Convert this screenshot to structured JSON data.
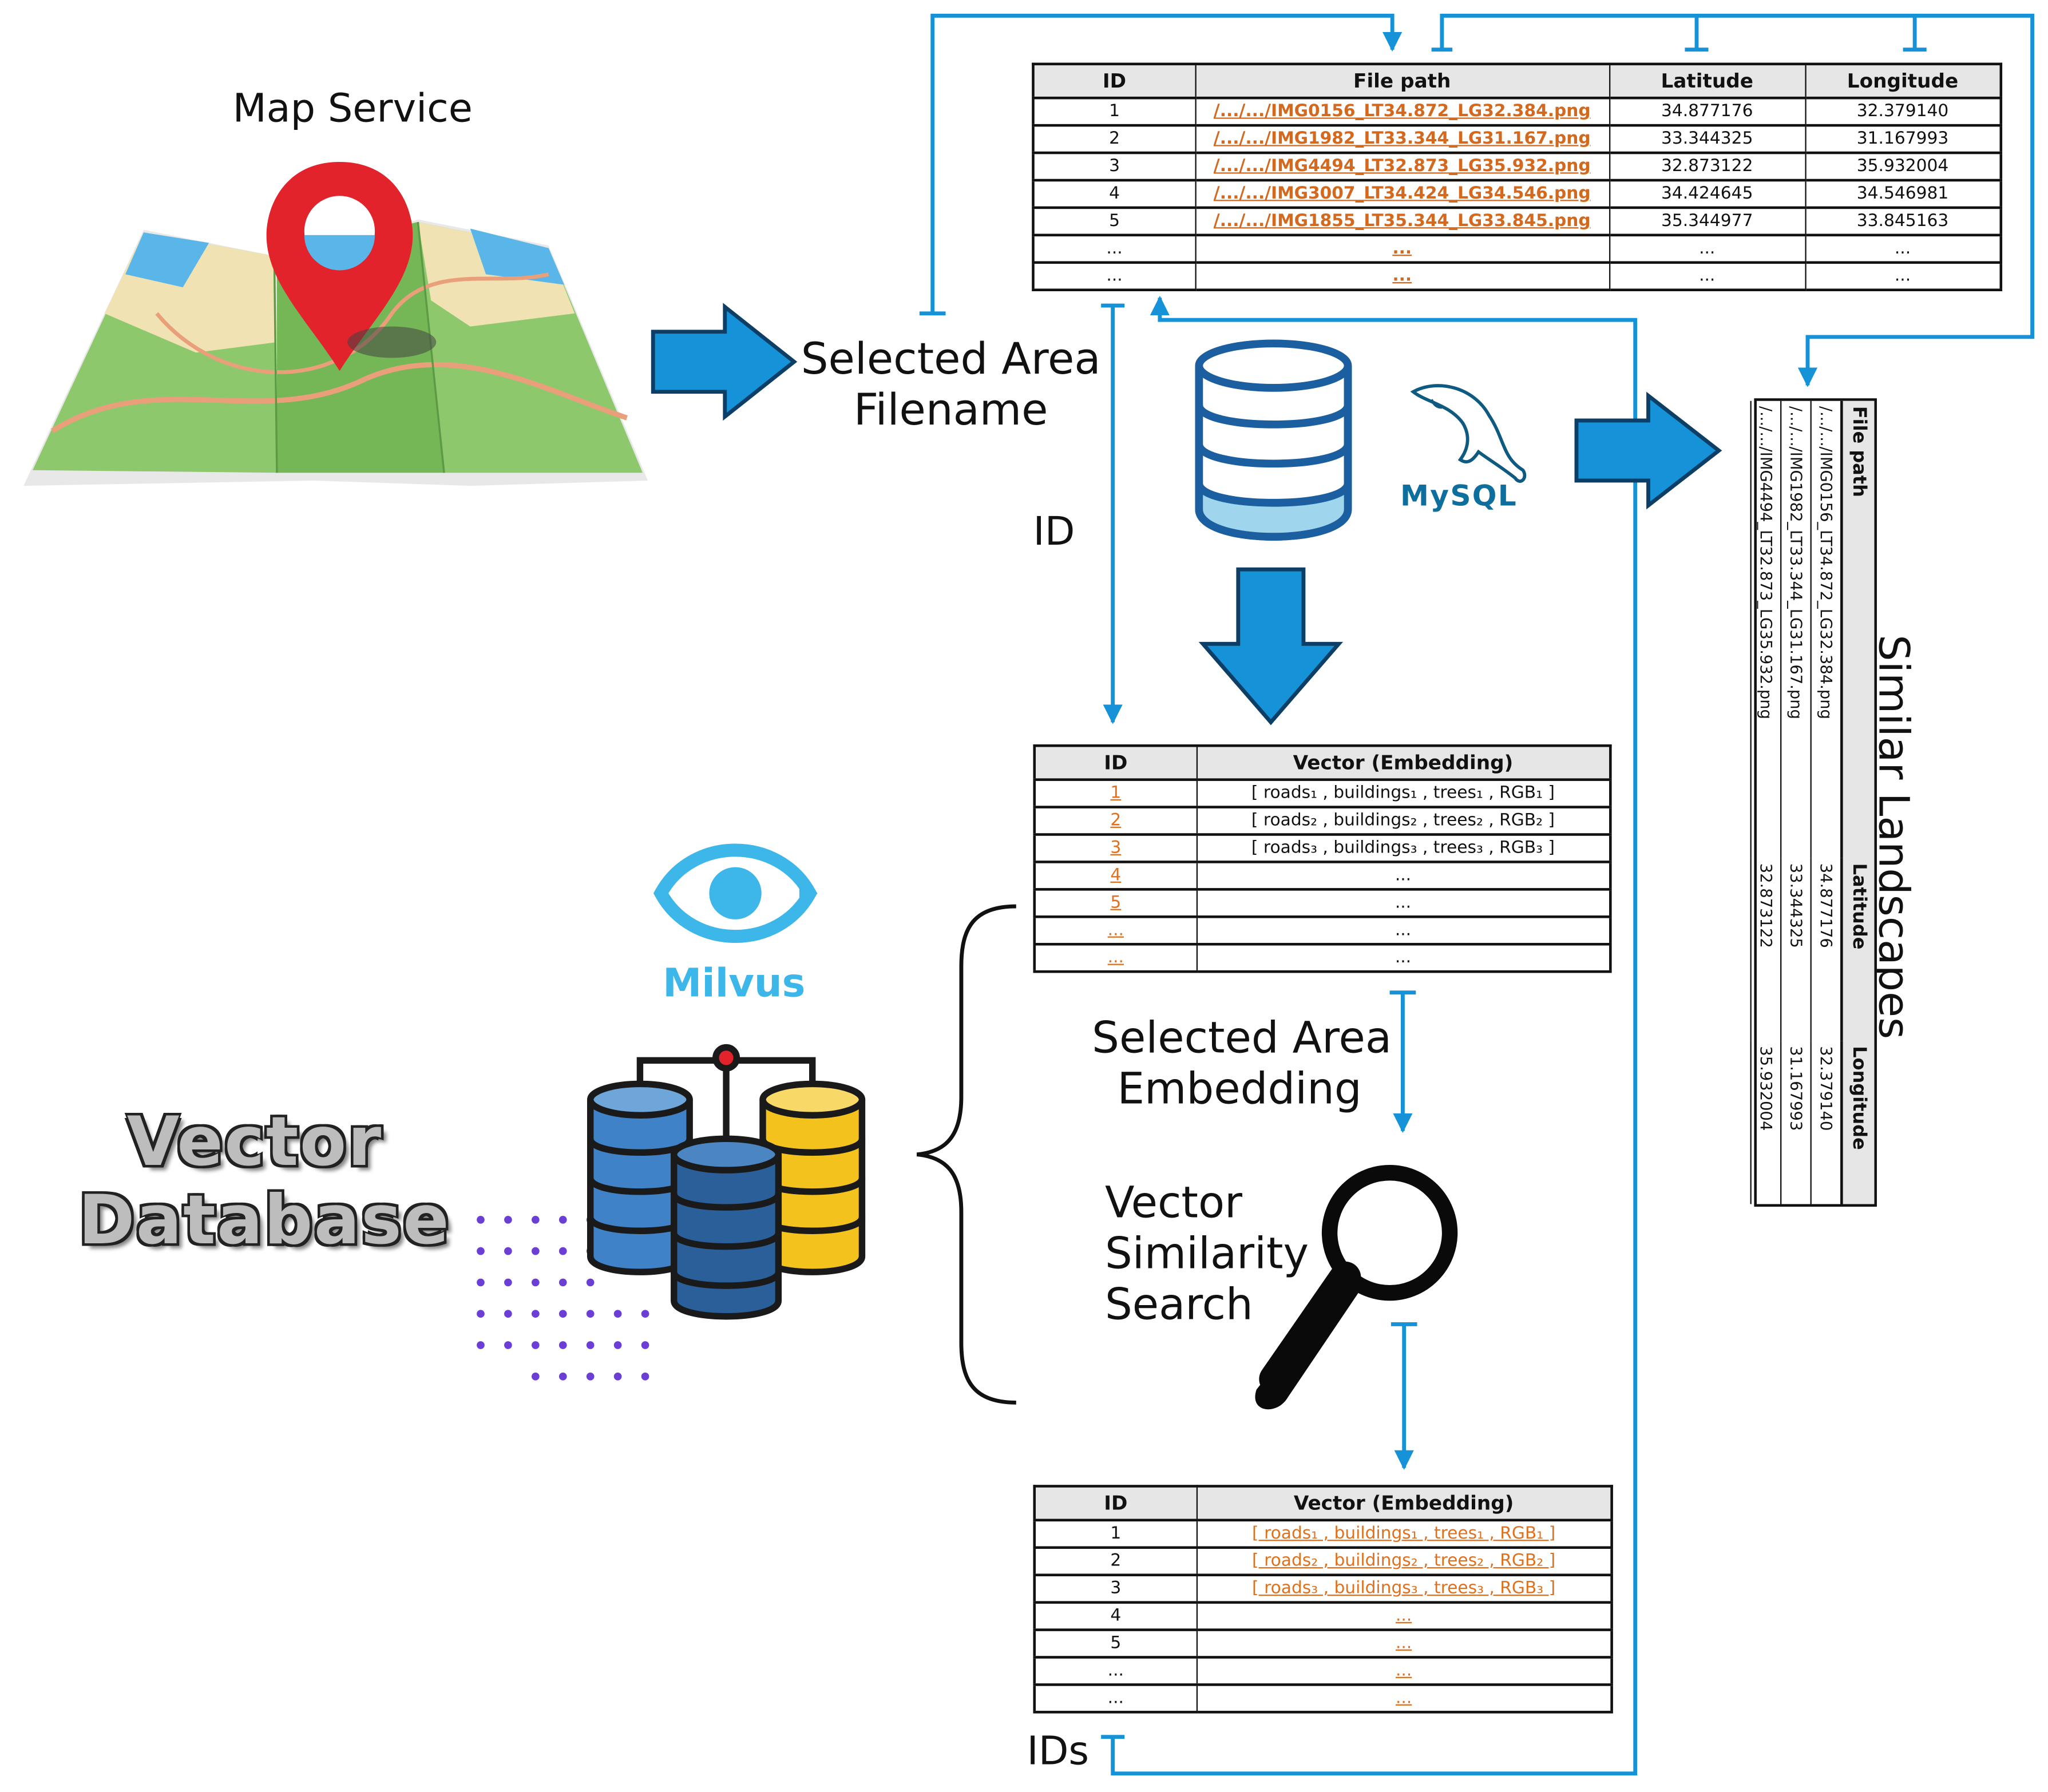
{
  "labels": {
    "map_service": "Map Service",
    "selected_area_filename": [
      "Selected Area",
      "Filename"
    ],
    "id": "ID",
    "ids": "IDs",
    "selected_area_embedding": [
      "Selected Area",
      "Embedding"
    ],
    "vector_similarity_search": [
      "Vector",
      "Similarity",
      "Search"
    ],
    "similar_landscapes": "Similar Landscapes",
    "vector_database": [
      "Vector",
      "Database"
    ],
    "milvus": "Milvus",
    "mysql": "MySQL"
  },
  "file_table": {
    "headers": [
      "ID",
      "File path",
      "Latitude",
      "Longitude"
    ],
    "rows": [
      [
        "1",
        "/.../.../IMG0156_LT34.872_LG32.384.png",
        "34.877176",
        "32.379140"
      ],
      [
        "2",
        "/.../.../IMG1982_LT33.344_LG31.167.png",
        "33.344325",
        "31.167993"
      ],
      [
        "3",
        "/.../.../IMG4494_LT32.873_LG35.932.png",
        "32.873122",
        "35.932004"
      ],
      [
        "4",
        "/.../.../IMG3007_LT34.424_LG34.546.png",
        "34.424645",
        "34.546981"
      ],
      [
        "5",
        "/.../.../IMG1855_LT35.344_LG33.845.png",
        "35.344977",
        "33.845163"
      ],
      [
        "...",
        "...",
        "...",
        "..."
      ],
      [
        "...",
        "...",
        "...",
        "..."
      ]
    ]
  },
  "vector_table_1": {
    "headers": [
      "ID",
      "Vector (Embedding)"
    ],
    "rows": [
      [
        "1",
        "[ roads₁ , buildings₁ , trees₁ , RGB₁ ]"
      ],
      [
        "2",
        "[ roads₂ , buildings₂ , trees₂ , RGB₂ ]"
      ],
      [
        "3",
        "[ roads₃ , buildings₃ , trees₃ , RGB₃ ]"
      ],
      [
        "4",
        "..."
      ],
      [
        "5",
        "..."
      ],
      [
        "...",
        "..."
      ],
      [
        "...",
        "..."
      ]
    ]
  },
  "vector_table_2": {
    "headers": [
      "ID",
      "Vector (Embedding)"
    ],
    "rows": [
      [
        "1",
        "[ roads₁ , buildings₁ , trees₁ , RGB₁ ]"
      ],
      [
        "2",
        "[ roads₂ , buildings₂ , trees₂ , RGB₂ ]"
      ],
      [
        "3",
        "[ roads₃ , buildings₃ , trees₃ , RGB₃ ]"
      ],
      [
        "4",
        "..."
      ],
      [
        "5",
        "..."
      ],
      [
        "...",
        "..."
      ],
      [
        "...",
        "..."
      ]
    ]
  },
  "result_table": {
    "headers": [
      "File path",
      "Latitude",
      "Longitude"
    ],
    "rows": [
      [
        "/.../.../IMG0156_LT34.872_LG32.384.png",
        "34.877176",
        "32.379140"
      ],
      [
        "/.../.../IMG1982_LT33.344_LG31.167.png",
        "33.344325",
        "31.167993"
      ],
      [
        "/.../.../IMG4494_LT32.873_LG35.932.png",
        "32.873122",
        "35.932004"
      ]
    ]
  },
  "colors": {
    "flow_blue": "#1592d8",
    "orange_link": "#e0701c",
    "pin_red": "#e3232b",
    "milvus_blue": "#3db6ea"
  }
}
